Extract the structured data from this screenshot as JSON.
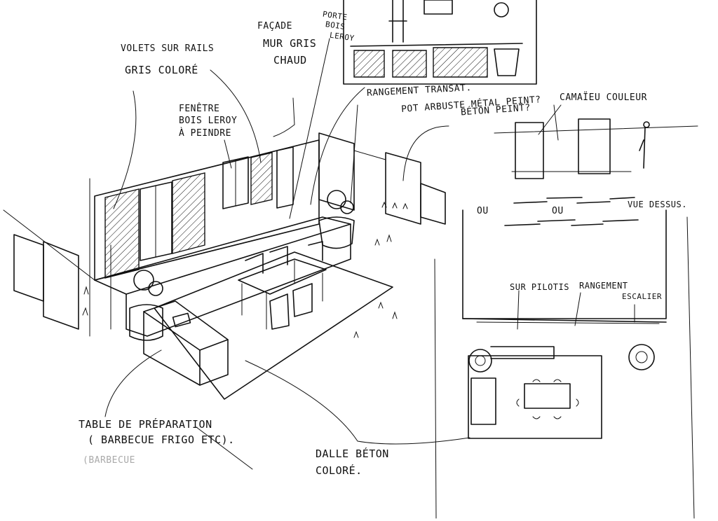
{
  "labels": {
    "volets": "Volets sur rails",
    "volets2": "Gris coloré",
    "facade": "Façade",
    "facade2": "mur gris",
    "facade3": "chaud",
    "porte": "Porte",
    "porte2": "bois",
    "porte3": "Leroy",
    "fenetre": "Fenêtre",
    "fenetre2": "bois Leroy",
    "fenetre3": "à peindre",
    "rangement_transat": "Rangement transat.",
    "pot": "Pot arbuste métal peint?",
    "pot2": "béton peint?",
    "camaieu": "Camaïeu couleur",
    "ou1": "ou",
    "ou2": "ou",
    "vue_dessus": "vue dessus.",
    "sur_pilotis": "sur pilotis",
    "rangement": "Rangement",
    "escalier": "Escalier",
    "table_prep": "Table de préparation",
    "table_prep2": "( Barbecue Frigo etc).",
    "table_prep3": "(Barbecue",
    "dalle": "Dalle béton",
    "dalle2": "coloré."
  }
}
